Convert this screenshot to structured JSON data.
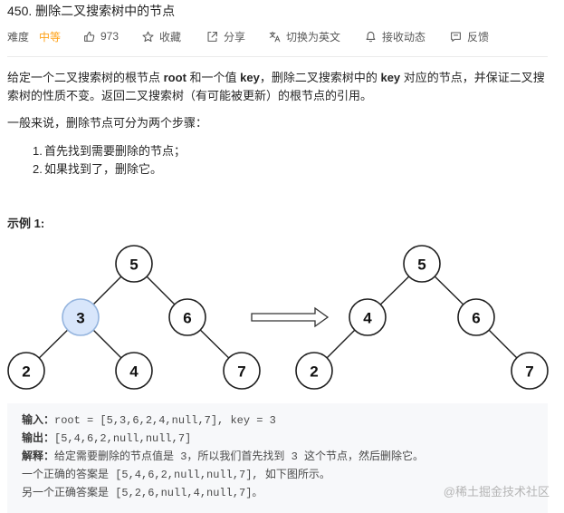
{
  "problem": {
    "title": "450. 删除二叉搜索树中的节点"
  },
  "toolbar": {
    "difficulty_label": "难度",
    "difficulty_value": "中等",
    "difficulty_color": "#ffa116",
    "like_count": "973",
    "favorite_label": "收藏",
    "share_label": "分享",
    "translate_label": "切换为英文",
    "subscribe_label": "接收动态",
    "feedback_label": "反馈",
    "icons": {
      "like": "thumbs-up-icon",
      "favorite": "star-icon",
      "share": "share-icon",
      "translate": "translate-icon",
      "subscribe": "bell-icon",
      "feedback": "feedback-icon"
    }
  },
  "description": {
    "intro": [
      "给定一个二叉搜索树的根节点 ",
      "root",
      " 和一个值 ",
      "key",
      "，删除二叉搜索树中的 ",
      "key",
      " 对应的节点，并保证二叉搜索树的性质不变。返回二叉搜索树（有可能被更新）的根节点的引用。"
    ],
    "steps_intro": "一般来说，删除节点可分为两个步骤：",
    "steps": [
      {
        "marker": "1.",
        "text": "首先找到需要删除的节点；"
      },
      {
        "marker": "2.",
        "text": "如果找到了，删除它。"
      }
    ],
    "example_heading": "示例 1:"
  },
  "diagram": {
    "highlight_fill": "#d8e6fb",
    "highlight_stroke": "#94b4de",
    "before": {
      "root": {
        "value": "5"
      },
      "left": {
        "value": "3",
        "highlighted": true
      },
      "right": {
        "value": "6"
      },
      "left_left": {
        "value": "2"
      },
      "left_right": {
        "value": "4"
      },
      "right_right": {
        "value": "7"
      }
    },
    "after": {
      "root": {
        "value": "5"
      },
      "left": {
        "value": "4"
      },
      "right": {
        "value": "6"
      },
      "left_left": {
        "value": "2"
      },
      "right_right": {
        "value": "7"
      }
    }
  },
  "example": {
    "input_label": "输入：",
    "input_value": "root = [5,3,6,2,4,null,7], key = 3",
    "output_label": "输出：",
    "output_value": "[5,4,6,2,null,null,7]",
    "explanation_label": "解释：",
    "explanation_lines": [
      "给定需要删除的节点值是 3，所以我们首先找到 3 这个节点，然后删除它。",
      "一个正确的答案是 [5,4,6,2,null,null,7], 如下图所示。",
      "另一个正确答案是 [5,2,6,null,4,null,7]。"
    ]
  },
  "watermark": "@稀土掘金技术社区"
}
